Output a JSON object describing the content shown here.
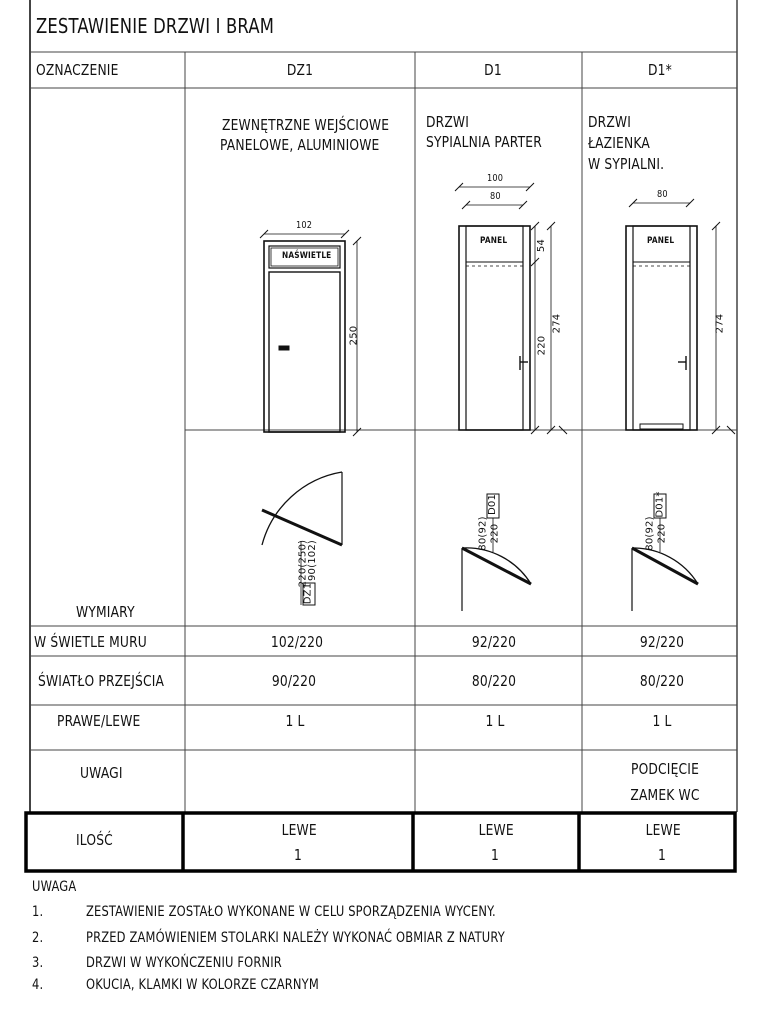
{
  "title": "ZESTAWIENIE DRZWI I BRAM",
  "header": {
    "row_label": "OZNACZENIE",
    "cols": [
      "DZ1",
      "D1",
      "D1*"
    ]
  },
  "doors": [
    {
      "description": [
        "ZEWNĘTRZNE WEJŚCIOWE",
        "PANELOWE, ALUMINIOWE"
      ],
      "dims": {
        "width": "102",
        "height": "250",
        "transom": "NAŚWIETLE"
      },
      "plan": {
        "tag": "DZ1",
        "dims": [
          "90(102)",
          "220(250)"
        ]
      }
    },
    {
      "description": [
        "DRZWI",
        "SYPIALNIA PARTER"
      ],
      "dims": {
        "outer": "100",
        "width": "80",
        "panel": "PANEL",
        "top": "54",
        "leaf": "220",
        "total": "274"
      },
      "plan": {
        "tag": "D01",
        "dims": [
          "80(92)",
          "220"
        ]
      }
    },
    {
      "description": [
        "DRZWI",
        "ŁAZIENKA",
        "W SYPIALNI."
      ],
      "dims": {
        "width": "80",
        "panel": "PANEL",
        "total": "274"
      },
      "plan": {
        "tag": "D01*",
        "dims": [
          "80(92)",
          "220"
        ]
      }
    }
  ],
  "rows": {
    "wymiary": "WYMIARY",
    "w_swietle_label": "W ŚWIETLE MURU",
    "w_swietle": [
      "102/220",
      "92/220",
      "92/220"
    ],
    "swiatlo_label": "ŚWIATŁO PRZEJŚCIA",
    "swiatlo": [
      "90/220",
      "80/220",
      "80/220"
    ],
    "prawe_label": "PRAWE/LEWE",
    "prawe": [
      "1 L",
      "1 L",
      "1 L"
    ],
    "uwagi_label": "UWAGI",
    "uwagi_d1star": [
      "PODCIĘCIE",
      "ZAMEK WC"
    ],
    "ilosc_label": "ILOŚĆ",
    "ilosc": [
      [
        "LEWE",
        "1"
      ],
      [
        "LEWE",
        "1"
      ],
      [
        "LEWE",
        "1"
      ]
    ]
  },
  "notes": {
    "heading": "UWAGA",
    "items": [
      {
        "num": "1.",
        "text": "ZESTAWIENIE ZOSTAŁO WYKONANE  W CELU SPORZĄDZENIA WYCENY."
      },
      {
        "num": "2.",
        "text": "PRZED ZAMÓWIENIEM STOLARKI NALEŻY WYKONAĆ OBMIAR Z NATURY"
      },
      {
        "num": "3.",
        "text": "DRZWI W WYKOŃCZENIU FORNIR"
      },
      {
        "num": "4.",
        "text": "OKUCIA, KLAMKI W KOLORZE CZARNYM"
      }
    ]
  }
}
